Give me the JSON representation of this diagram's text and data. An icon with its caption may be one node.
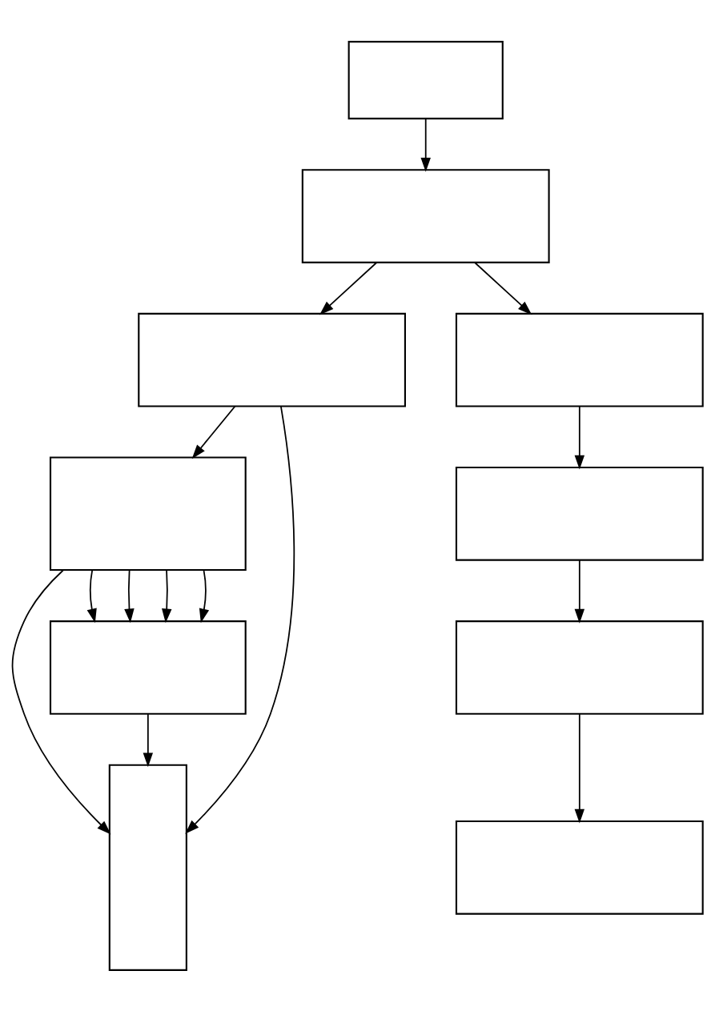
{
  "diagram": {
    "nodes": [
      {
        "text": [],
        "shape": "box"
      },
      {
        "text": [],
        "shape": "box"
      },
      {
        "text": [],
        "shape": "box"
      },
      {
        "text": [],
        "shape": "box"
      },
      {
        "text": [],
        "shape": "box"
      },
      {
        "text": [],
        "shape": "box"
      },
      {
        "text": [],
        "shape": "box"
      },
      {
        "text": [],
        "shape": "box"
      },
      {
        "text": [],
        "shape": "box"
      },
      {
        "text": [],
        "shape": "box"
      }
    ],
    "edges": [
      {
        "from": 0,
        "to": 1,
        "arrow": "to"
      },
      {
        "from": 1,
        "to": 2,
        "arrow": "to"
      },
      {
        "from": 1,
        "to": 3,
        "arrow": "to"
      },
      {
        "from": 2,
        "to": 4,
        "arrow": "to"
      },
      {
        "from": 2,
        "to": 6,
        "arrow": "to"
      },
      {
        "from": 3,
        "to": 5,
        "arrow": "to"
      },
      {
        "from": 4,
        "to": 6,
        "arrow": "to"
      },
      {
        "from": 4,
        "to": 7,
        "arrow": "to"
      },
      {
        "from": 4,
        "to": 7,
        "arrow": "to"
      },
      {
        "from": 4,
        "to": 7,
        "arrow": "to"
      },
      {
        "from": 4,
        "to": 7,
        "arrow": "to"
      },
      {
        "from": 7,
        "to": 6,
        "arrow": "to"
      },
      {
        "from": 5,
        "to": 8,
        "arrow": "to"
      },
      {
        "from": 8,
        "to": 9,
        "arrow": "to"
      }
    ]
  }
}
